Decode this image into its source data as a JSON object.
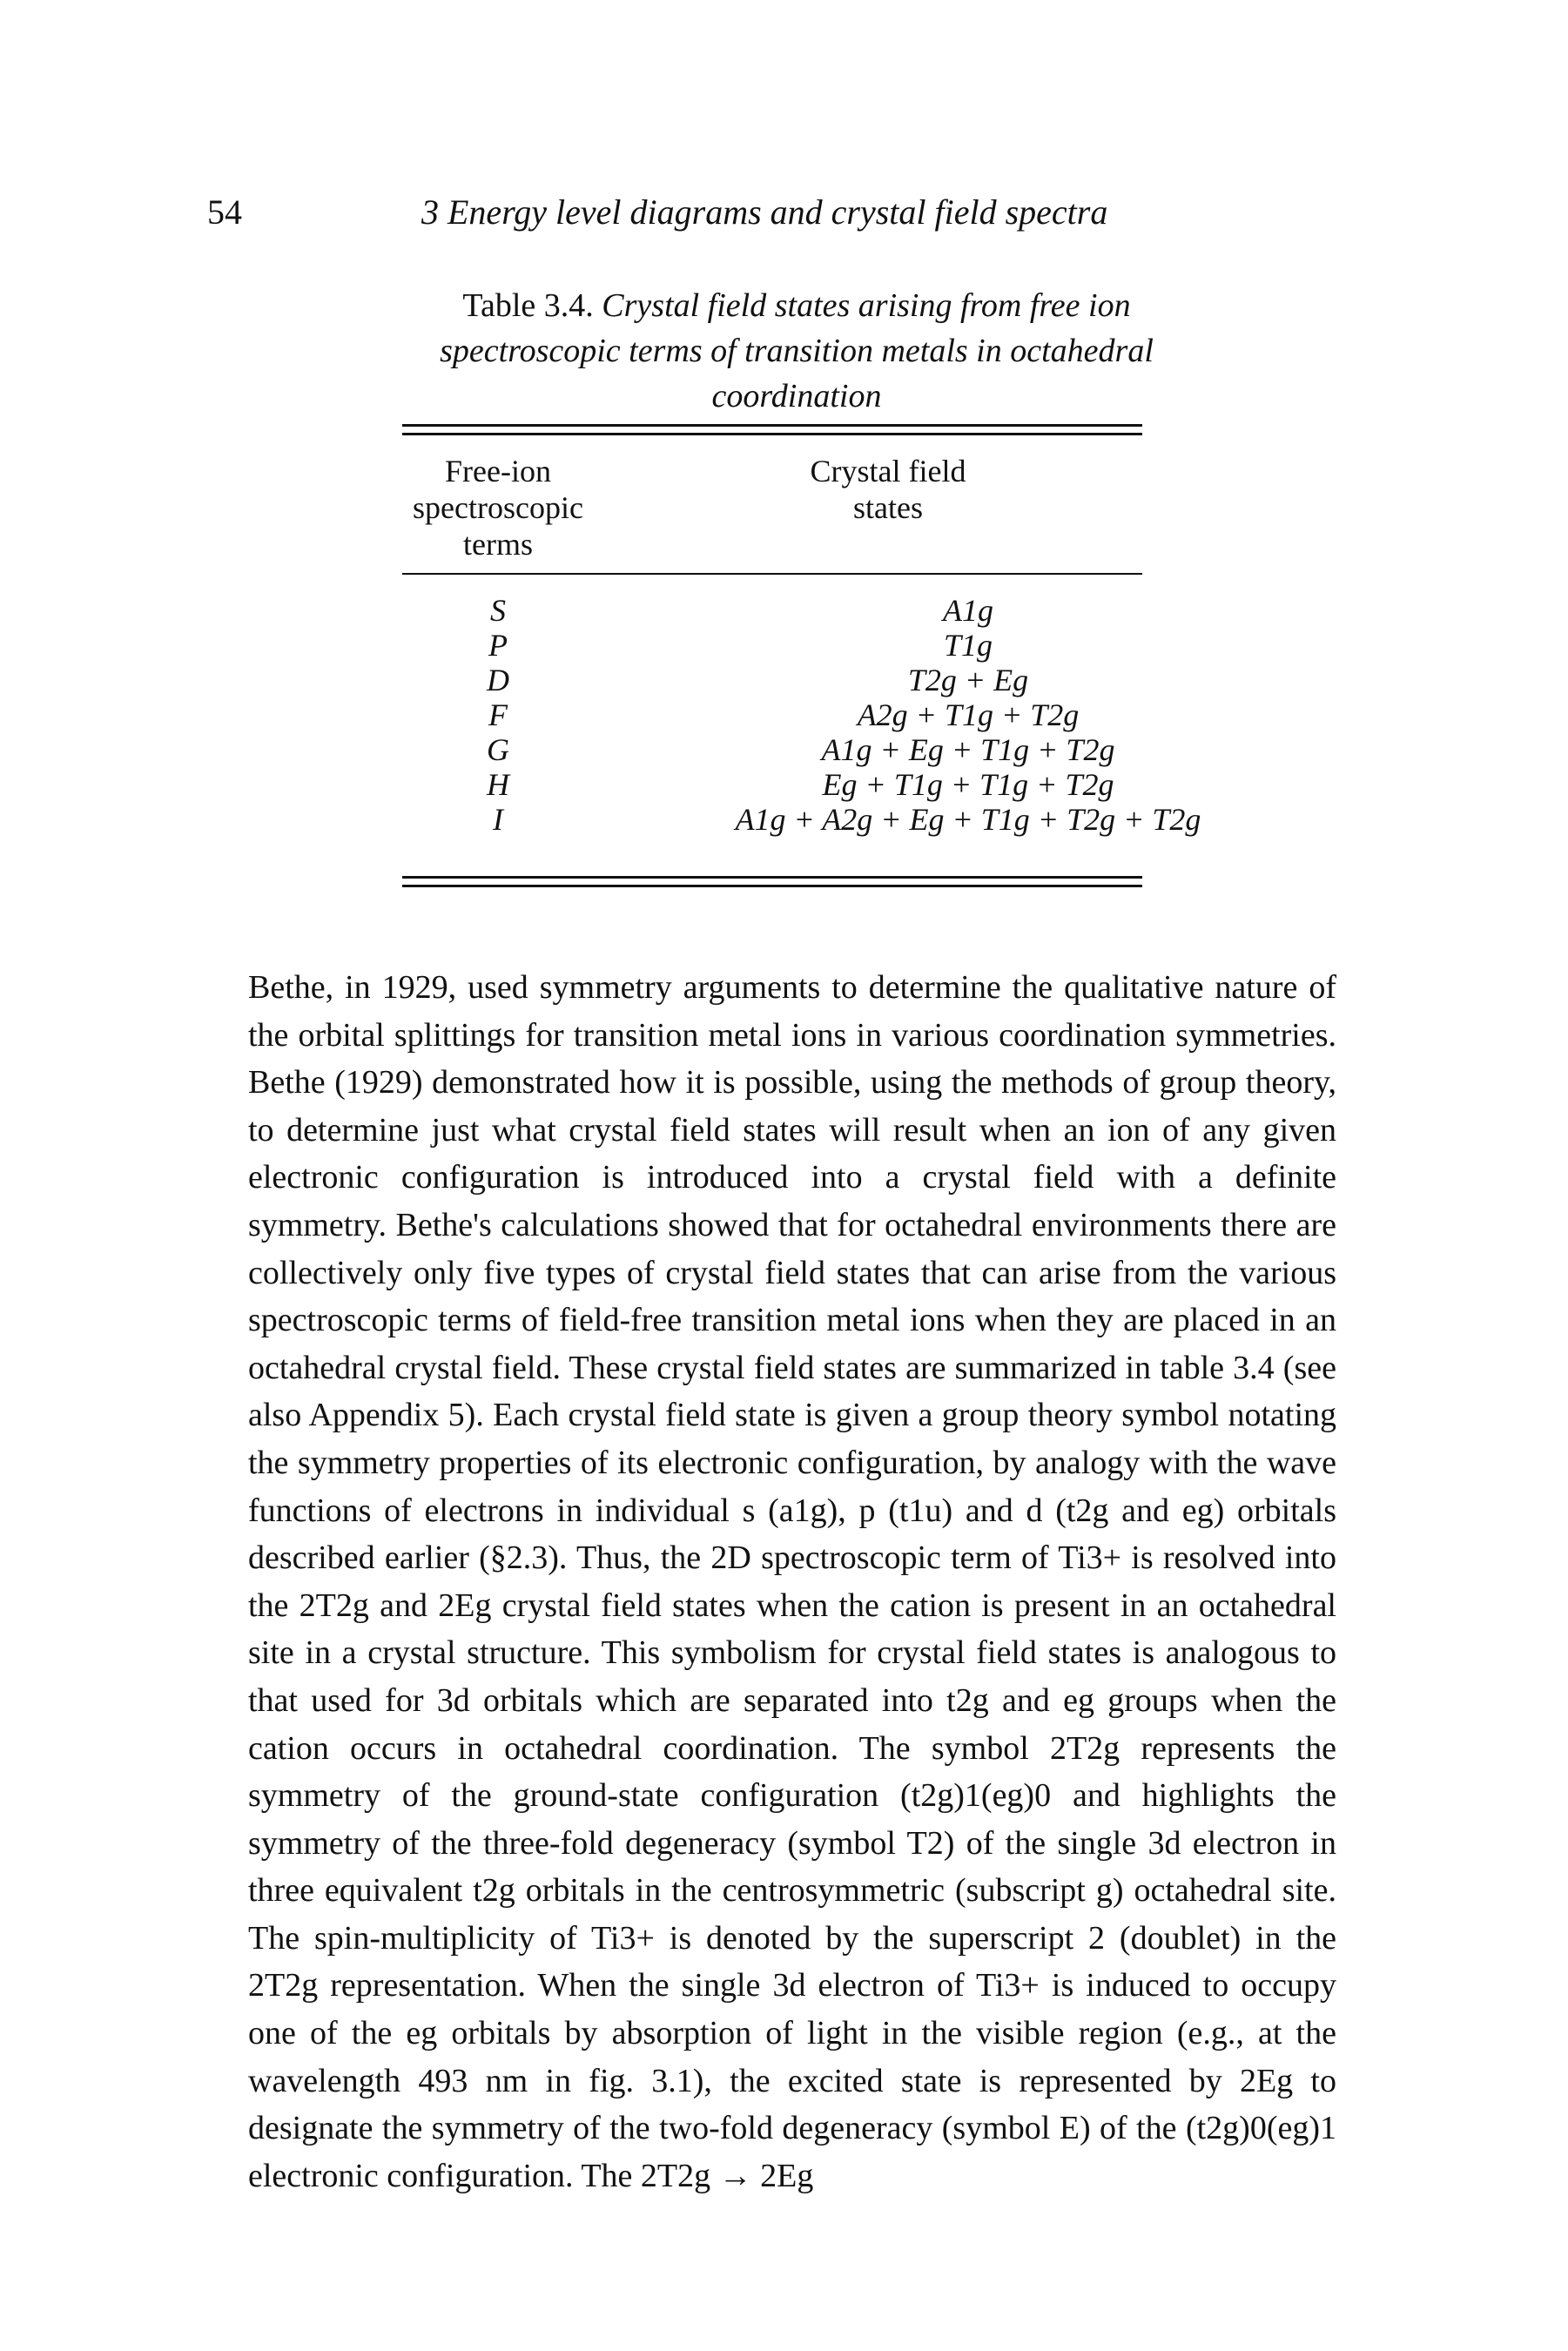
{
  "header": {
    "page_number": "54",
    "running_title": "3 Energy level diagrams and crystal field spectra"
  },
  "table": {
    "caption_label": "Table 3.4.",
    "caption_title": "Crystal field states arising from free ion spectroscopic terms of transition metals in octahedral coordination",
    "col1_header": [
      "Free-ion",
      "spectroscopic",
      "terms"
    ],
    "col2_header": [
      "Crystal field",
      "states"
    ],
    "rows": [
      {
        "term": "S",
        "states": "A1g"
      },
      {
        "term": "P",
        "states": "T1g"
      },
      {
        "term": "D",
        "states": "T2g + Eg"
      },
      {
        "term": "F",
        "states": "A2g + T1g + T2g"
      },
      {
        "term": "G",
        "states": "A1g + Eg + T1g + T2g"
      },
      {
        "term": "H",
        "states": "Eg + T1g + T1g + T2g"
      },
      {
        "term": "I",
        "states": "A1g + A2g + Eg + T1g + T2g + T2g"
      }
    ]
  },
  "body_paragraph": "Bethe, in 1929, used symmetry arguments to determine the qualitative nature of the orbital splittings for transition metal ions in various coordination symmetries. Bethe (1929) demonstrated how it is possible, using the methods of group theory, to determine just what crystal field states will result when an ion of any given electronic configuration is introduced into a crystal field with a definite symmetry. Bethe's calculations showed that for octahedral environments there are collectively only five types of crystal field states that can arise from the various spectroscopic terms of field-free transition metal ions when they are placed in an octahedral crystal field. These crystal field states are summarized in table 3.4 (see also Appendix 5). Each crystal field state is given a group theory symbol notating the symmetry properties of its electronic configuration, by analogy with the wave functions of electrons in individual s (a1g), p (t1u) and d (t2g and eg) orbitals described earlier (§2.3). Thus, the 2D spectroscopic term of Ti3+ is resolved into the 2T2g and 2Eg crystal field states when the cation is present in an octahedral site in a crystal structure. This symbolism for crystal field states is analogous to that used for 3d orbitals which are separated into t2g and eg groups when the cation occurs in octahedral coordination. The symbol 2T2g represents the symmetry of the ground-state configuration (t2g)1(eg)0 and highlights the symmetry of the three-fold degeneracy (symbol T2) of the single 3d electron in three equivalent t2g orbitals in the centrosymmetric (subscript g) octahedral site. The spin-multiplicity of Ti3+ is denoted by the superscript 2 (doublet) in the 2T2g representation. When the single 3d electron of Ti3+ is induced to occupy one of the eg orbitals by absorption of light in the visible region (e.g., at the wavelength 493 nm in fig. 3.1), the excited state is represented by 2Eg to designate the symmetry of the two-fold degeneracy (symbol E) of the (t2g)0(eg)1 electronic configuration. The 2T2g → 2Eg"
}
